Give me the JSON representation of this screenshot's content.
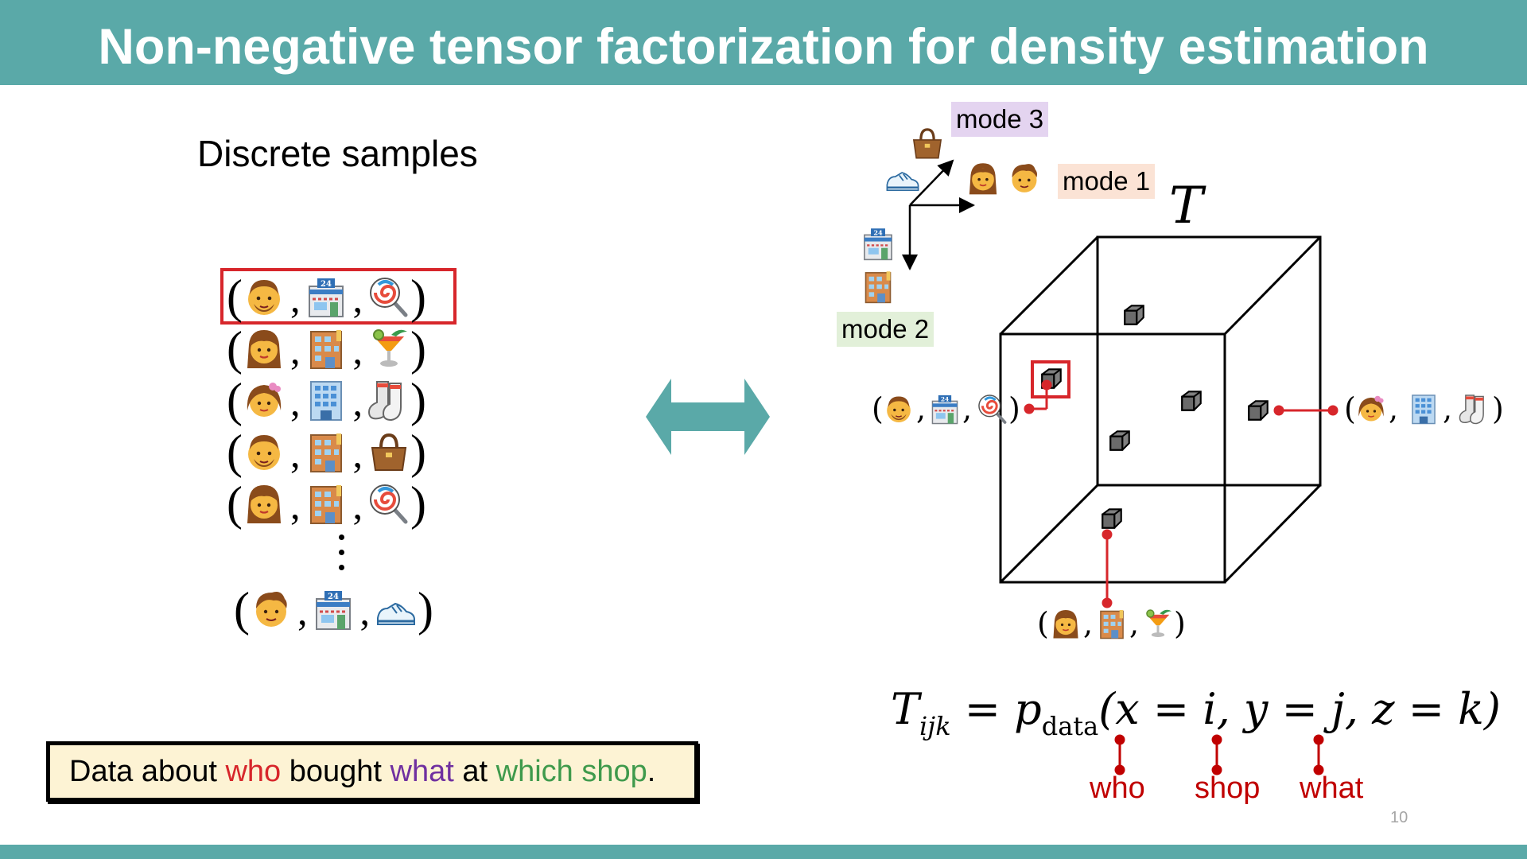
{
  "header": {
    "title": "Non-negative tensor factorization for density estimation"
  },
  "left": {
    "heading": "Discrete samples",
    "samples": [
      [
        "man",
        "store-24",
        "lollipop"
      ],
      [
        "woman",
        "office-building",
        "tropical-drink"
      ],
      [
        "girl",
        "hospital-building",
        "socks"
      ],
      [
        "man",
        "office-building",
        "handbag"
      ],
      [
        "woman",
        "office-building",
        "lollipop"
      ],
      [
        "boy",
        "store-24",
        "sneaker"
      ]
    ],
    "paren_open": "(",
    "paren_close": ")",
    "comma": ",",
    "info": {
      "t1": "Data about ",
      "t2": "who",
      "t3": " bought ",
      "t4": "what",
      "t5": " at ",
      "t6": "which shop",
      "t7": "."
    }
  },
  "right": {
    "modes": {
      "mode1": "mode 1",
      "mode2": "mode 2",
      "mode3": "mode 3"
    },
    "tensor_symbol": "T",
    "equation": {
      "T": "T",
      "ijk": "ijk",
      "eq": " = ",
      "p": "p",
      "data": "data",
      "rest": "(x = i, y = j, z = k)"
    },
    "labels": {
      "who": "who",
      "shop": "shop",
      "what": "what"
    }
  },
  "page_number": "10",
  "colors": {
    "header": "#5aa9a8",
    "highlight": "#d7262b",
    "mode1_bg": "#fbe3d5",
    "mode2_bg": "#e2f0d9",
    "mode3_bg": "#e4d4f0",
    "label_red": "#c00000"
  }
}
